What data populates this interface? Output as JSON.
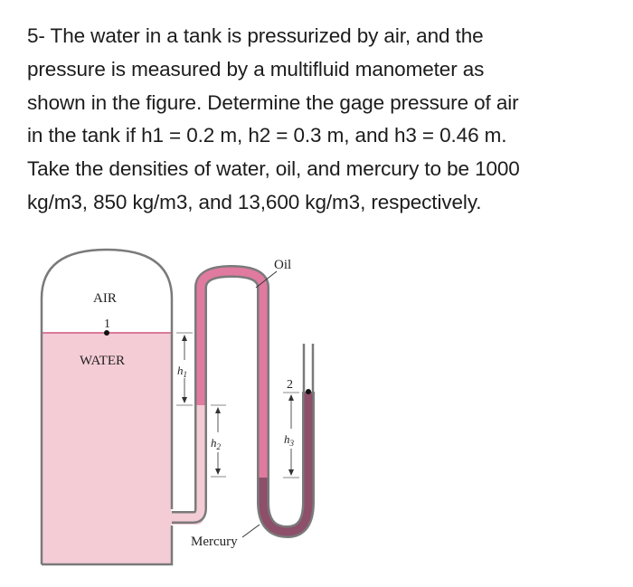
{
  "problem": {
    "number": "5-",
    "lines": [
      "5- The water in a tank is pressurized by air, and the",
      "pressure is measured by a multifluid manometer as",
      "shown in the figure. Determine the gage pressure of air",
      "in the tank if h1 = 0.2 m, h2 = 0.3 m, and h3 = 0.46 m.",
      "Take the densities of water, oil, and mercury to be 1000",
      "kg/m3, 850 kg/m3, and 13,600 kg/m3, respectively."
    ],
    "given": {
      "h1": "0.2 m",
      "h2": "0.3 m",
      "h3": "0.46 m",
      "density_water": "1000 kg/m3",
      "density_oil": "850 kg/m3",
      "density_mercury": "13,600 kg/m3"
    }
  },
  "figure": {
    "labels": {
      "air": "AIR",
      "water": "WATER",
      "oil": "Oil",
      "mercury": "Mercury",
      "point1": "1",
      "point2": "2",
      "h1": "h",
      "h1_sub": "1",
      "h2": "h",
      "h2_sub": "2",
      "h3": "h",
      "h3_sub": "3"
    },
    "colors": {
      "water": "#f4ccd6",
      "oil": "#e07a9f",
      "mercury": "#8e4f6a",
      "wall": "#7a7a7a",
      "water_surface": "#d97a9a"
    }
  }
}
